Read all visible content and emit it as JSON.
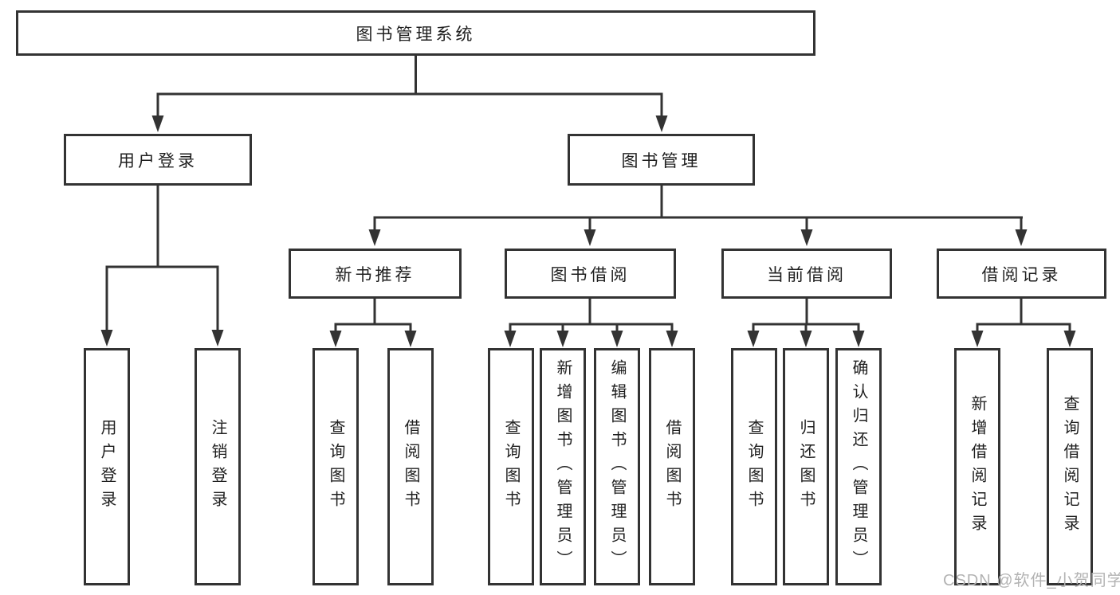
{
  "tree": {
    "root": {
      "label": "图书管理系统",
      "children": [
        {
          "label": "用户登录",
          "children": [
            {
              "label": "用户登录"
            },
            {
              "label": "注销登录"
            }
          ]
        },
        {
          "label": "图书管理",
          "children": [
            {
              "label": "新书推荐",
              "children": [
                {
                  "label": "查询图书"
                },
                {
                  "label": "借阅图书"
                }
              ]
            },
            {
              "label": "图书借阅",
              "children": [
                {
                  "label": "查询图书"
                },
                {
                  "label": "新增图书（管理员）"
                },
                {
                  "label": "编辑图书（管理员）"
                },
                {
                  "label": "借阅图书"
                }
              ]
            },
            {
              "label": "当前借阅",
              "children": [
                {
                  "label": "查询图书"
                },
                {
                  "label": "归还图书"
                },
                {
                  "label": "确认归还（管理员）"
                }
              ]
            },
            {
              "label": "借阅记录",
              "children": [
                {
                  "label": "新增借阅记录"
                },
                {
                  "label": "查询借阅记录"
                }
              ]
            }
          ]
        }
      ]
    }
  },
  "watermark": {
    "text": "CSDN @软件_小贺同学"
  },
  "colors": {
    "line": "#333333",
    "border": "#333333",
    "text": "#1f1f1f",
    "watermark": "#b3b3b3",
    "background": "#ffffff"
  }
}
